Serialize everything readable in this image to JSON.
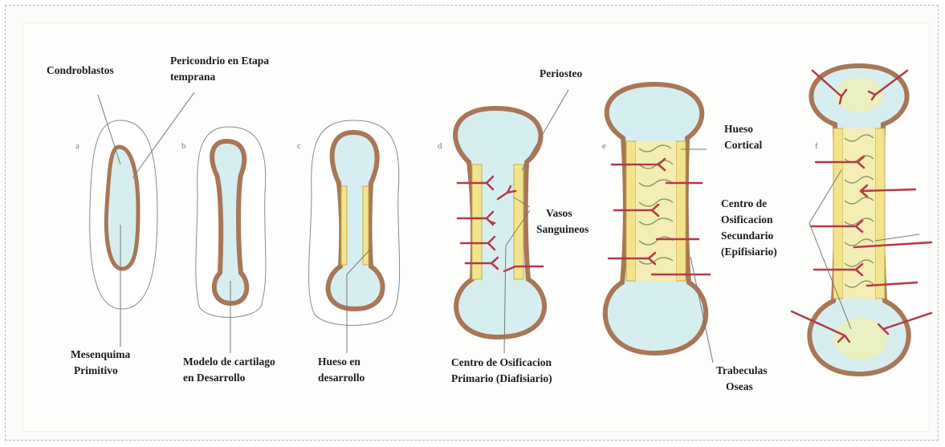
{
  "stages": [
    {
      "letter": "a"
    },
    {
      "letter": "b"
    },
    {
      "letter": "c"
    },
    {
      "letter": "d"
    },
    {
      "letter": "e"
    },
    {
      "letter": "f"
    }
  ],
  "labels": {
    "condroblastos": "Condroblastos",
    "pericondrio_line1": "Pericondrio en Etapa",
    "pericondrio_line2": "temprana",
    "mesenquima_line1": "Mesenquima",
    "mesenquima_line2": "Primitivo",
    "modelo_line1": "Modelo de cartilago",
    "modelo_line2": "en Desarrollo",
    "hueso_line1": "Hueso en",
    "hueso_line2": "desarrollo",
    "periosteo": "Periosteo",
    "vasos_line1": "Vasos",
    "vasos_line2": "Sanguineos",
    "centro_prim_line1": "Centro de Osificacion",
    "centro_prim_line2": "Primario (Diafisiario)",
    "cortical_line1": "Hueso",
    "cortical_line2": "Cortical",
    "centro_sec_line1": "Centro de",
    "centro_sec_line2": "Osificacion",
    "centro_sec_line3": "Secundario",
    "centro_sec_line4": "(Epifisiario)",
    "trabeculas_line1": "Trabeculas",
    "trabeculas_line2": "Oseas"
  },
  "colors": {
    "cartilage": "#d7eef0",
    "perichondrium": "#a87757",
    "bone_collar": "#f2e48c",
    "vessel": "#b23a4b",
    "mesenchyme_outline": "#8a8a8a",
    "ossification_center": "#eef0b8"
  }
}
